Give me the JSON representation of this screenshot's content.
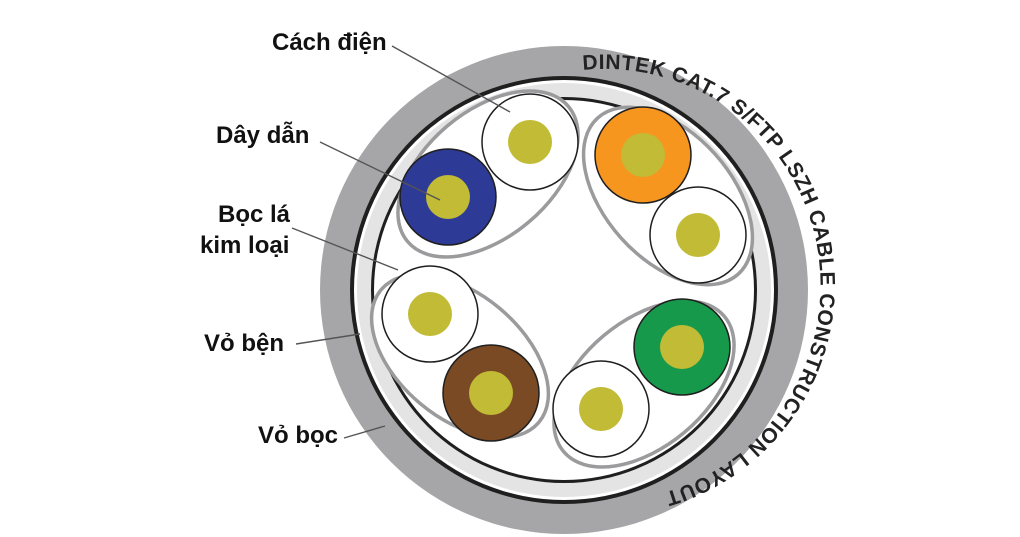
{
  "labels": {
    "insulation": "Cách điện",
    "conductor": "Dây dẫn",
    "foil_shield_line1": "Bọc lá",
    "foil_shield_line2": "kim loại",
    "braid_shield": "Vỏ bện",
    "outer_jacket": "Vỏ bọc"
  },
  "jacket_print": "DINTEK CAT.7 S/FTP LSZH CABLE CONSTRUCTION LAYOUT",
  "colors": {
    "outer_jacket": "#a6a6a8",
    "inner_jacket": "#e4e4e5",
    "braid": "#1f1f1f",
    "foil": "#9b9b9d",
    "conductor": "#c1bb35",
    "insulation_white": "#ffffff",
    "blue": "#2d3a96",
    "orange": "#f7961f",
    "green": "#16994a",
    "brown": "#7a4a24"
  },
  "pairs": [
    {
      "name": "blue-pair",
      "insulation_colors": [
        "white",
        "blue"
      ]
    },
    {
      "name": "orange-pair",
      "insulation_colors": [
        "orange",
        "white"
      ]
    },
    {
      "name": "green-pair",
      "insulation_colors": [
        "green",
        "white"
      ]
    },
    {
      "name": "brown-pair",
      "insulation_colors": [
        "white",
        "brown"
      ]
    }
  ]
}
